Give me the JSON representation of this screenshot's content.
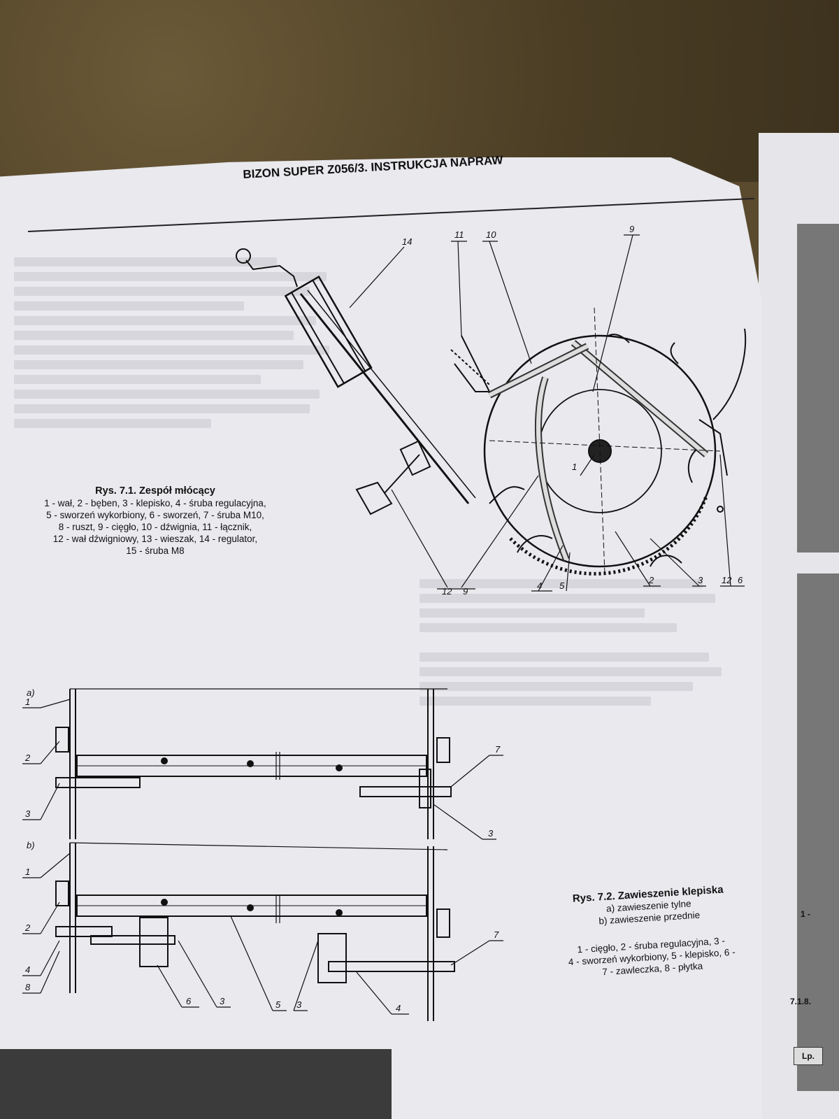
{
  "header": {
    "title": "BIZON SUPER Z056/3. INSTRUKCJA NAPRAW"
  },
  "figure1": {
    "caption_title": "Rys. 7.1. Zespół młócący",
    "legend_lines": [
      "1 - wał, 2 - bęben, 3 - klepisko, 4 - śruba regulacyjna,",
      "5 - sworzeń wykorbiony, 6 - sworzeń, 7 - śruba M10,",
      "8 - ruszt, 9 - cięgło, 10 - dźwignia, 11 - łącznik,",
      "12 - wał dźwigniowy, 13 - wieszak, 14 - regulator,",
      "15 - śruba M8"
    ],
    "callouts": [
      "14",
      "11",
      "10",
      "9",
      "1",
      "12",
      "9",
      "4",
      "5",
      "2",
      "3",
      "12",
      "6"
    ]
  },
  "figure2": {
    "caption_title": "Rys. 7.2. Zawieszenie klepiska",
    "sub_a": "a) zawieszenie tylne",
    "sub_b": "b) zawieszenie przednie",
    "legend_lines": [
      "1 - cięgło, 2 - śruba regulacyjna, 3 -",
      "4 - sworzeń wykorbiony, 5 - klepisko, 6 -",
      "7 - zawleczka, 8 - płytka"
    ],
    "part_a_label": "a)",
    "part_b_label": "b)",
    "callouts_a": [
      "1",
      "2",
      "3",
      "7",
      "3"
    ],
    "callouts_b": [
      "1",
      "2",
      "4",
      "8",
      "6",
      "3",
      "5",
      "3",
      "4",
      "7"
    ]
  },
  "right_page": {
    "fragment_1": "1 -",
    "fragment_2": "7.1.8.",
    "table_header": "Lp."
  }
}
